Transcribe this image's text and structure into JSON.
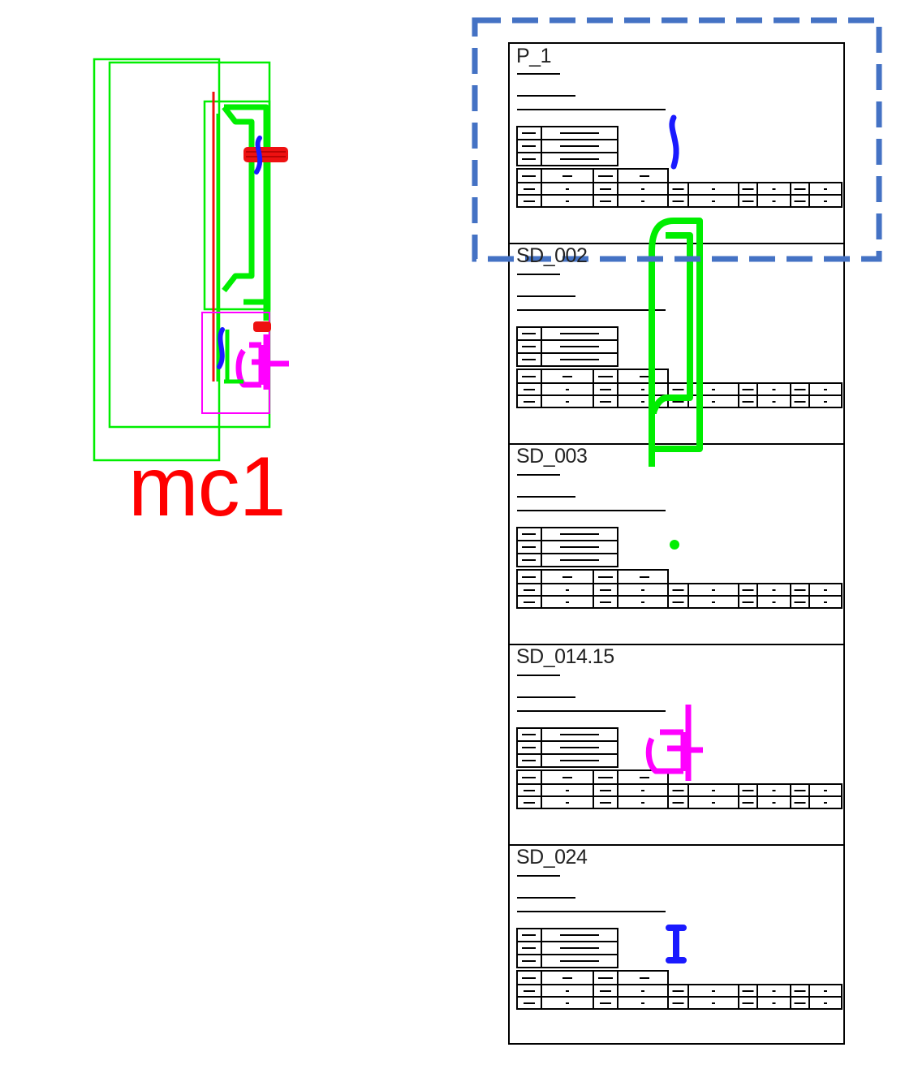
{
  "assembly": {
    "label": "mc1",
    "label_color": "#ff0000"
  },
  "colors": {
    "frame_green": "#00ee00",
    "profile_red": "#ee1111",
    "profile_blue": "#1a1aff",
    "profile_magenta": "#ff00ff",
    "selection_blue": "#4472c4",
    "line_black": "#000000"
  },
  "panels": [
    {
      "title": "P_1",
      "icon": "blue-seal-profile-icon",
      "selected": true
    },
    {
      "title": "SD_002",
      "icon": "green-frame-profile-icon",
      "selected": false
    },
    {
      "title": "SD_003",
      "icon": "green-dot-profile-icon",
      "selected": false
    },
    {
      "title": "SD_014.15",
      "icon": "magenta-bracket-profile-icon",
      "selected": false
    },
    {
      "title": "SD_024",
      "icon": "blue-bar-profile-icon",
      "selected": false
    }
  ]
}
